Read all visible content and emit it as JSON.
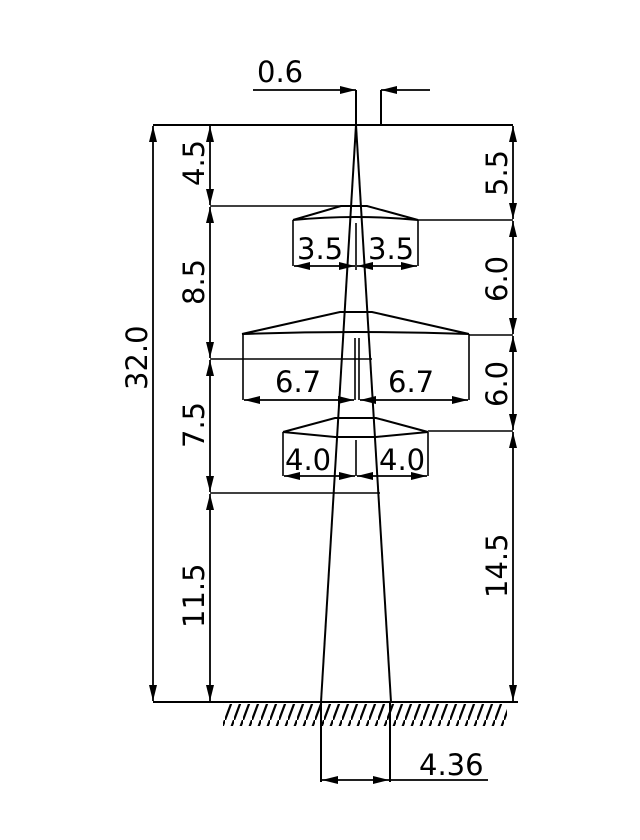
{
  "title": "Transmission tower dimension drawing",
  "colors": {
    "line": "#000000",
    "background": "#ffffff"
  },
  "dimensions": {
    "top_width": "0.6",
    "total_height": "32.0",
    "left": [
      "4.5",
      "8.5",
      "7.5",
      "11.5"
    ],
    "right": [
      "5.5",
      "6.0",
      "6.0",
      "14.5"
    ],
    "upper_arm": [
      "3.5",
      "3.5"
    ],
    "middle_arm": [
      "6.7",
      "6.7"
    ],
    "lower_arm": [
      "4.0",
      "4.0"
    ],
    "base_width": "4.36"
  }
}
